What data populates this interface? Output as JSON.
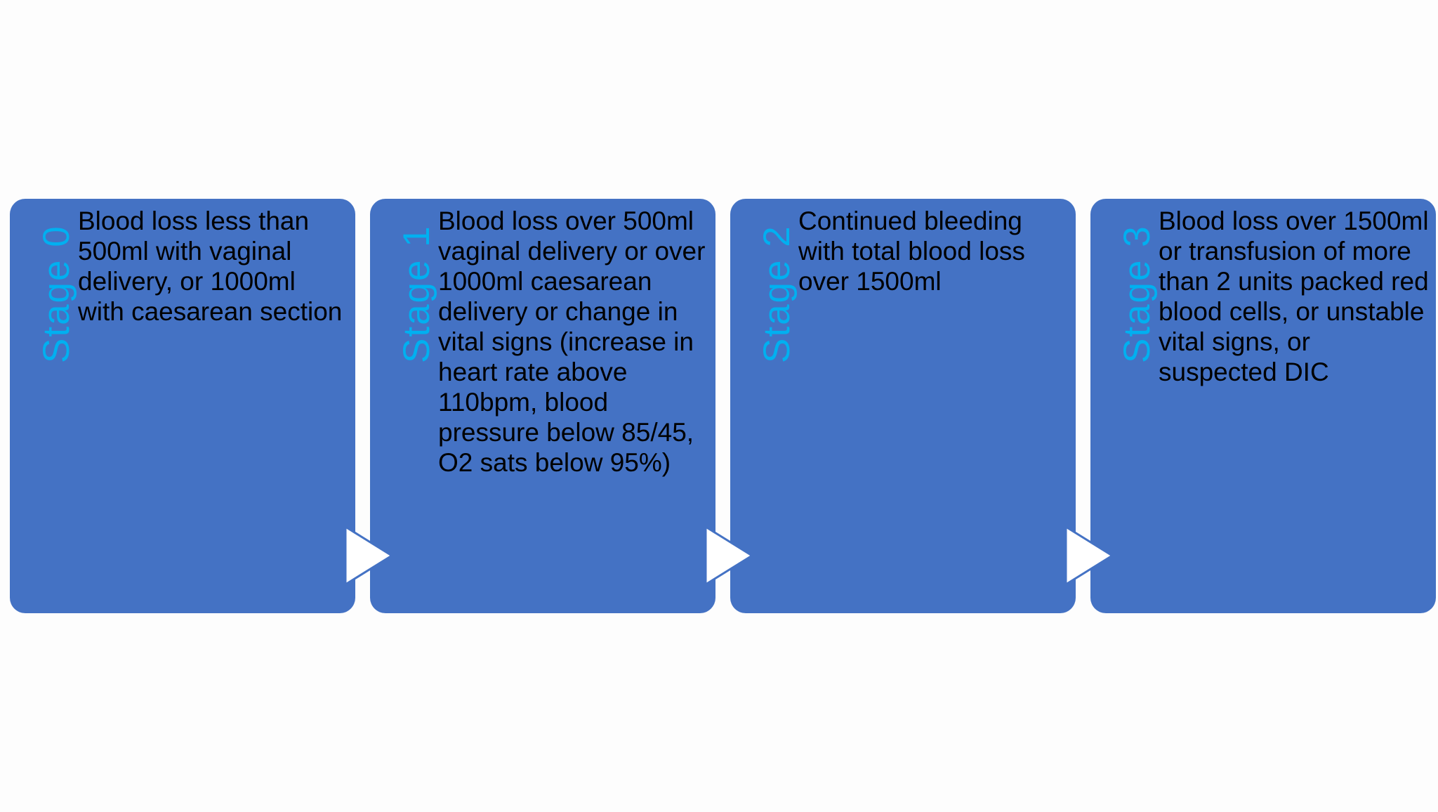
{
  "colors": {
    "background": "#fdfdfd",
    "card": "#4472c4",
    "stage_label": "#00b0f0",
    "body_text": "#000000",
    "arrow": "#ffffff"
  },
  "stages": [
    {
      "label": "Stage 0",
      "text": "Blood loss less than 500ml with vaginal delivery, or 1000ml with caesarean section"
    },
    {
      "label": "Stage 1",
      "text": "Blood loss over 500ml vaginal delivery or over 1000ml caesarean delivery or change in vital signs (increase in heart rate above 110bpm, blood pressure below 85/45, O2 sats below 95%)"
    },
    {
      "label": "Stage 2",
      "text": "Continued bleeding with total blood loss over 1500ml"
    },
    {
      "label": "Stage 3",
      "text": "Blood loss over 1500ml or transfusion of more than 2 units packed red blood cells, or unstable vital signs, or suspected DIC"
    }
  ],
  "arrows": [
    {
      "icon": "chevron-right-icon"
    },
    {
      "icon": "chevron-right-icon"
    },
    {
      "icon": "chevron-right-icon"
    }
  ]
}
